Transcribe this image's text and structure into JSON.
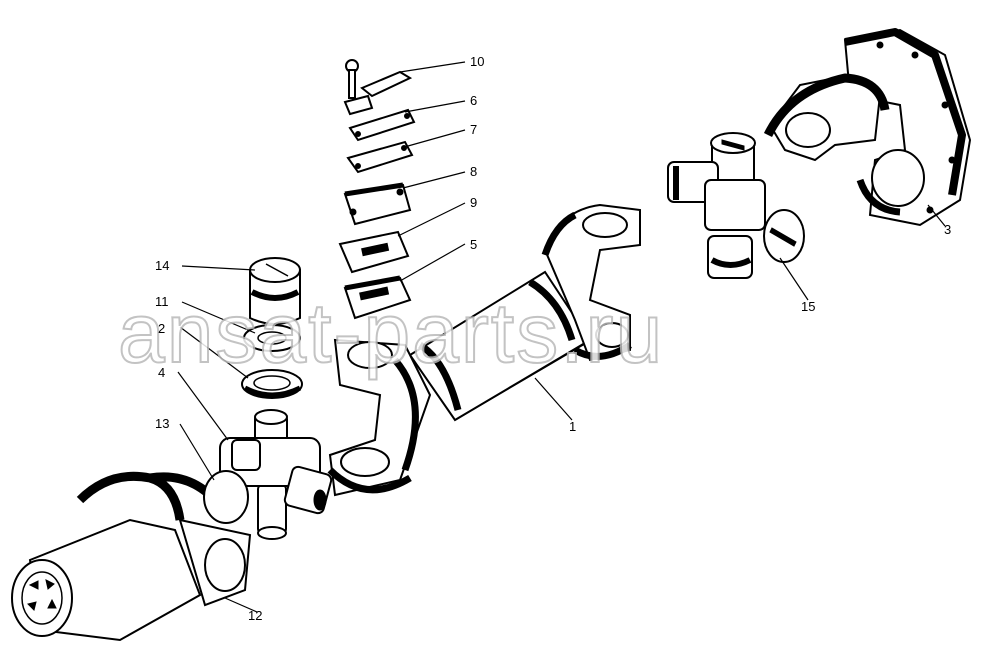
{
  "diagram": {
    "watermark": "ansat-parts.ru",
    "callouts": [
      {
        "id": "c1",
        "label": "1"
      },
      {
        "id": "c2",
        "label": "2"
      },
      {
        "id": "c3",
        "label": "3"
      },
      {
        "id": "c4",
        "label": "4"
      },
      {
        "id": "c5",
        "label": "5"
      },
      {
        "id": "c6",
        "label": "6"
      },
      {
        "id": "c7",
        "label": "7"
      },
      {
        "id": "c8",
        "label": "8"
      },
      {
        "id": "c9",
        "label": "9"
      },
      {
        "id": "c10",
        "label": "10"
      },
      {
        "id": "c11",
        "label": "11"
      },
      {
        "id": "c12",
        "label": "12"
      },
      {
        "id": "c13",
        "label": "13"
      },
      {
        "id": "c14",
        "label": "14"
      },
      {
        "id": "c15",
        "label": "15"
      }
    ]
  }
}
